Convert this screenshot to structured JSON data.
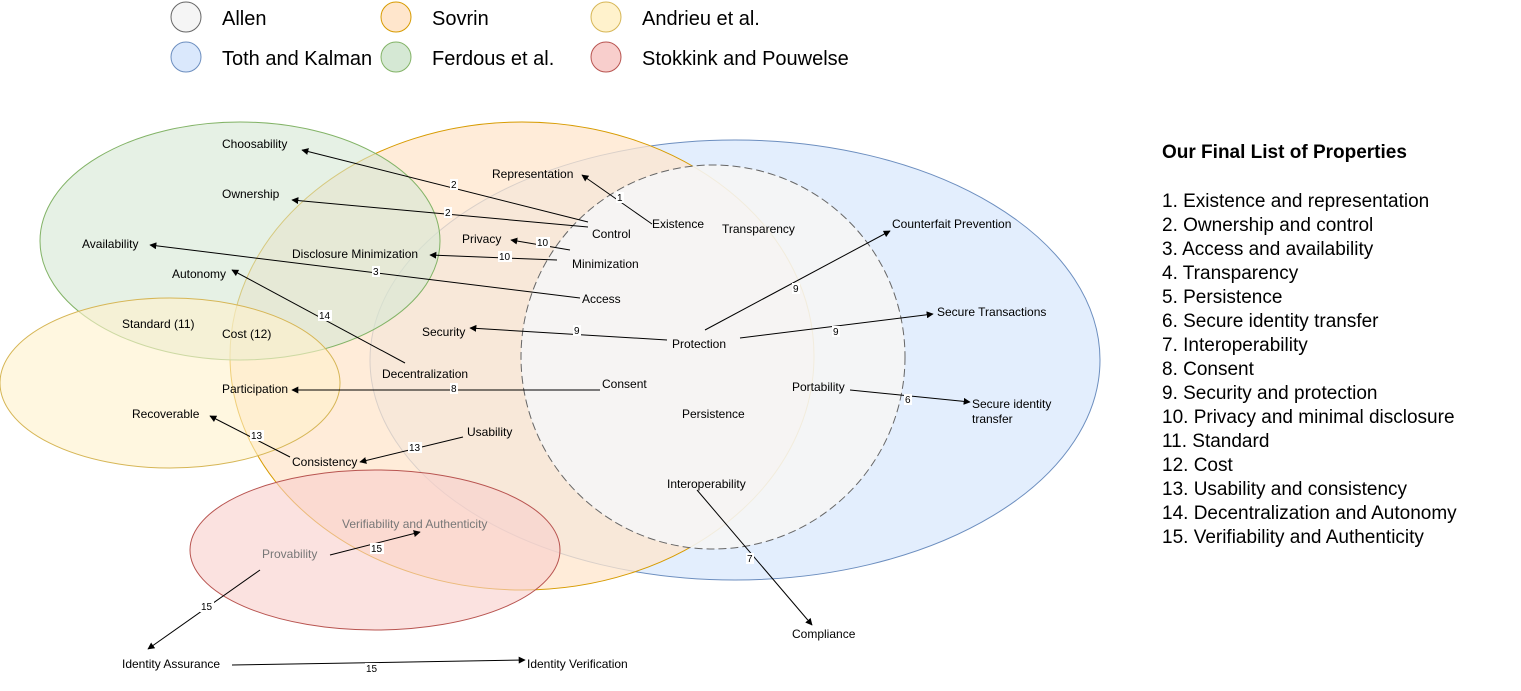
{
  "legend": [
    {
      "label": "Allen",
      "color": "#f5f5f5",
      "stroke": "#666666"
    },
    {
      "label": "Sovrin",
      "color": "#ffe6cc",
      "stroke": "#d79b00"
    },
    {
      "label": "Andrieu et al.",
      "color": "#fff2cc",
      "stroke": "#d6b656"
    },
    {
      "label": "Toth and Kalman",
      "color": "#dae8fc",
      "stroke": "#6c8ebf"
    },
    {
      "label": "Ferdous et al.",
      "color": "#d5e8d4",
      "stroke": "#82b366"
    },
    {
      "label": "Stokkink and Pouwelse",
      "color": "#f8cecc",
      "stroke": "#b85450"
    }
  ],
  "properties": {
    "choosability": "Choosability",
    "representation": "Representation",
    "ownership": "Ownership",
    "existence": "Existence",
    "transparency": "Transparency",
    "control": "Control",
    "counterfait_prevention": "Counterfait Prevention",
    "availability": "Availability",
    "privacy": "Privacy",
    "disclosure_minimization": "Disclosure Minimization",
    "minimization": "Minimization",
    "autonomy": "Autonomy",
    "access": "Access",
    "secure_transactions": "Secure Transactions",
    "standard": "Standard (11)",
    "cost": "Cost  (12)",
    "security": "Security",
    "protection": "Protection",
    "decentralization": "Decentralization",
    "participation": "Participation",
    "consent": "Consent",
    "portability": "Portability",
    "secure_identity_transfer_1": "Secure identity",
    "secure_identity_transfer_2": "transfer",
    "recoverable": "Recoverable",
    "persistence": "Persistence",
    "usability": "Usability",
    "consistency": "Consistency",
    "interoperability": "Interoperability",
    "verifiability": "Verifiability and Authenticity",
    "provability": "Provability",
    "compliance": "Compliance",
    "identity_assurance": "Identity Assurance",
    "identity_verification": "Identity Verification"
  },
  "edge_labels": {
    "e1": "1",
    "e2a": "2",
    "e2b": "2",
    "e10a": "10",
    "e10b": "10",
    "e3": "3",
    "e14": "14",
    "e9a": "9",
    "e9b": "9",
    "e9c": "9",
    "e8": "8",
    "e6": "6",
    "e13a": "13",
    "e13b": "13",
    "e7": "7",
    "e15a": "15",
    "e15b": "15",
    "e15c": "15"
  },
  "final_list": {
    "title": "Our Final List of Properties",
    "items": [
      "1. Existence and representation",
      "2. Ownership and control",
      "3. Access and availability",
      "4. Transparency",
      "5. Persistence",
      "6. Secure identity transfer",
      "7. Interoperability",
      "8. Consent",
      "9. Security and protection",
      "10. Privacy and minimal disclosure",
      "11. Standard",
      "12. Cost",
      "13. Usability and consistency",
      "14. Decentralization and Autonomy",
      "15. Verifiability and Authenticity"
    ]
  }
}
